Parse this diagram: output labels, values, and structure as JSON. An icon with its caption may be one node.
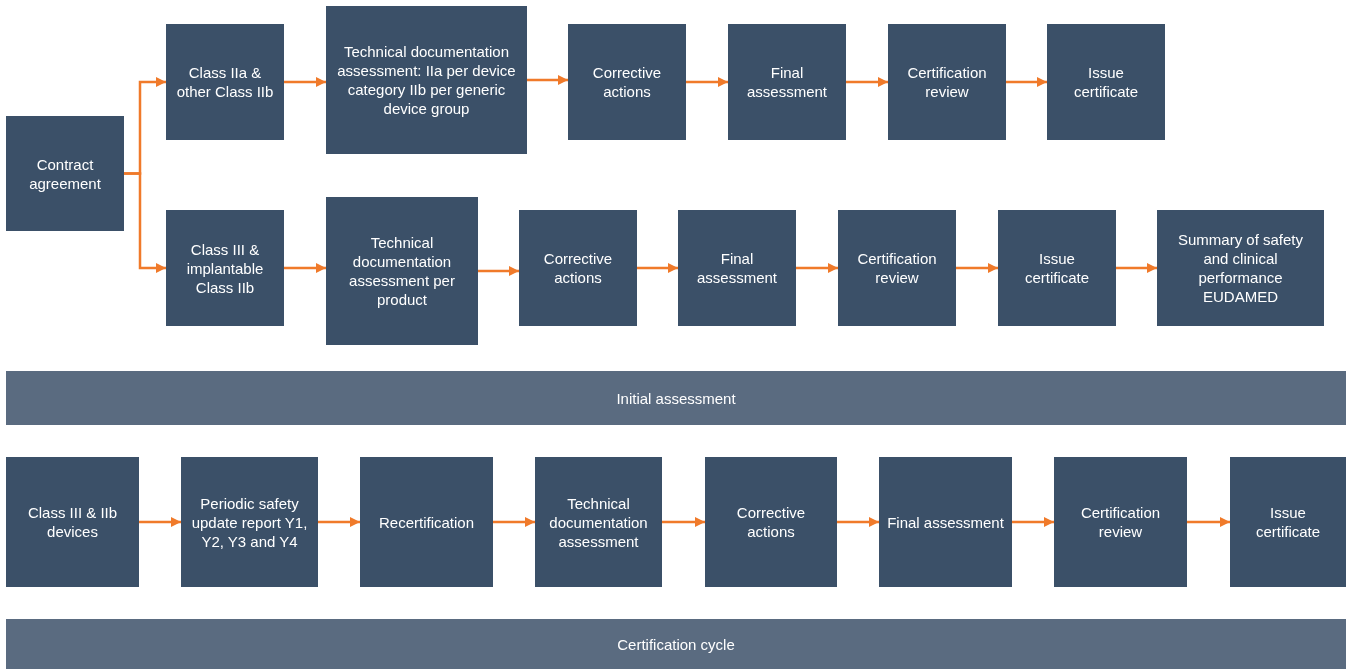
{
  "diagram": {
    "nodes": [
      {
        "text": [
          "Contract agreement"
        ]
      },
      {
        "text": [
          "Class IIa & other Class IIb"
        ]
      },
      {
        "text": [
          "Technical documentation assessment: IIa per device category IIb per generic device group"
        ]
      },
      {
        "text": [
          "Corrective actions"
        ]
      },
      {
        "text": [
          "Final assessment"
        ]
      },
      {
        "text": [
          "Certification review"
        ]
      },
      {
        "text": [
          "Issue certificate"
        ]
      },
      {
        "text": [
          "Class III & implantable Class IIb"
        ]
      },
      {
        "text": [
          "Technical documentation assessment per product"
        ]
      },
      {
        "text": [
          "Corrective actions"
        ]
      },
      {
        "text": [
          "Final assessment"
        ]
      },
      {
        "text": [
          "Certification review"
        ]
      },
      {
        "text": [
          "Issue certificate"
        ]
      },
      {
        "text": [
          "Summary of safety and clinical performance EUDAMED"
        ]
      },
      {
        "text": [
          "Initial assessment"
        ]
      },
      {
        "text": [
          "Class III & IIb devices"
        ]
      },
      {
        "text": [
          "Periodic safety update report Y1, Y2, Y3 and Y4"
        ]
      },
      {
        "text": [
          "Recertification"
        ]
      },
      {
        "text": [
          "Technical documentation assessment"
        ]
      },
      {
        "text": [
          "Corrective actions"
        ]
      },
      {
        "text": [
          "Final assessment"
        ]
      },
      {
        "text": [
          "Certification review"
        ]
      },
      {
        "text": [
          "Issue certificate"
        ]
      },
      {
        "text": [
          "Certification cycle"
        ]
      }
    ],
    "edges": [
      {
        "from": 0,
        "to": 1,
        "arrow": "to"
      },
      {
        "from": 0,
        "to": 7,
        "arrow": "to"
      },
      {
        "from": 1,
        "to": 2,
        "arrow": "to"
      },
      {
        "from": 2,
        "to": 3,
        "arrow": "to"
      },
      {
        "from": 3,
        "to": 4,
        "arrow": "to"
      },
      {
        "from": 4,
        "to": 5,
        "arrow": "to"
      },
      {
        "from": 5,
        "to": 6,
        "arrow": "to"
      },
      {
        "from": 7,
        "to": 8,
        "arrow": "to"
      },
      {
        "from": 8,
        "to": 9,
        "arrow": "to"
      },
      {
        "from": 9,
        "to": 10,
        "arrow": "to"
      },
      {
        "from": 10,
        "to": 11,
        "arrow": "to"
      },
      {
        "from": 11,
        "to": 12,
        "arrow": "to"
      },
      {
        "from": 12,
        "to": 13,
        "arrow": "to"
      },
      {
        "from": 15,
        "to": 16,
        "arrow": "to"
      },
      {
        "from": 16,
        "to": 17,
        "arrow": "to"
      },
      {
        "from": 17,
        "to": 18,
        "arrow": "to"
      },
      {
        "from": 18,
        "to": 19,
        "arrow": "to"
      },
      {
        "from": 19,
        "to": 20,
        "arrow": "to"
      },
      {
        "from": 20,
        "to": 21,
        "arrow": "to"
      },
      {
        "from": 21,
        "to": 22,
        "arrow": "to"
      }
    ]
  }
}
